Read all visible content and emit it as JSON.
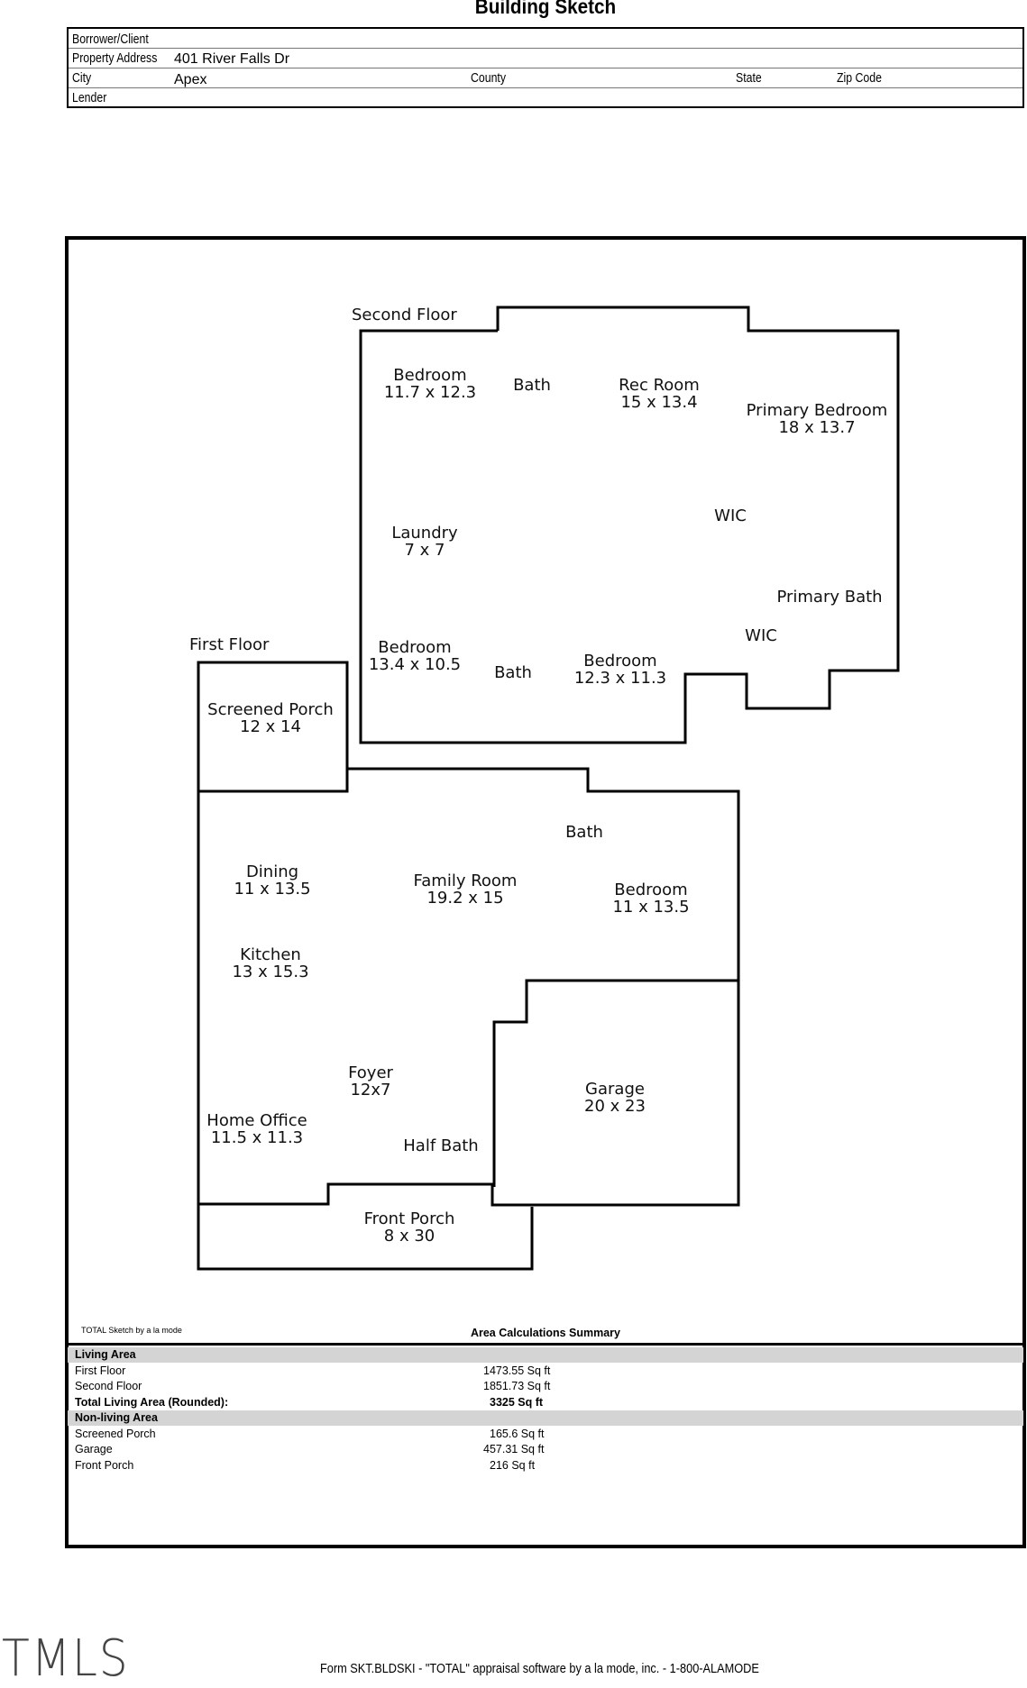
{
  "header": {
    "title": "Building Sketch",
    "fields": {
      "borrower_label": "Borrower/Client",
      "borrower_value": "",
      "address_label": "Property Address",
      "address_value": "401 River Falls Dr",
      "city_label": "City",
      "city_value": "Apex",
      "county_label": "County",
      "state_label": "State",
      "zip_label": "Zip Code",
      "lender_label": "Lender"
    }
  },
  "sketch": {
    "floor_labels": [
      "Second Floor",
      "First Floor"
    ],
    "rooms": [
      {
        "name": "Bedroom",
        "dims": "11.7 x 12.3"
      },
      {
        "name": "Bath",
        "dims": ""
      },
      {
        "name": "Rec Room",
        "dims": "15 x 13.4"
      },
      {
        "name": "Primary Bedroom",
        "dims": "18 x 13.7"
      },
      {
        "name": "WIC",
        "dims": ""
      },
      {
        "name": "Laundry",
        "dims": "7 x 7"
      },
      {
        "name": "Primary Bath",
        "dims": ""
      },
      {
        "name": "WIC",
        "dims": ""
      },
      {
        "name": "Bedroom",
        "dims": "13.4 x 10.5"
      },
      {
        "name": "Bath",
        "dims": ""
      },
      {
        "name": "Bedroom",
        "dims": "12.3 x 11.3"
      },
      {
        "name": "Screened Porch",
        "dims": "12 x 14"
      },
      {
        "name": "Bath",
        "dims": ""
      },
      {
        "name": "Dining",
        "dims": "11 x 13.5"
      },
      {
        "name": "Family Room",
        "dims": "19.2 x 15"
      },
      {
        "name": "Bedroom",
        "dims": "11 x 13.5"
      },
      {
        "name": "Kitchen",
        "dims": "13 x 15.3"
      },
      {
        "name": "Foyer",
        "dims": "12x7"
      },
      {
        "name": "Garage",
        "dims": "20 x 23"
      },
      {
        "name": "Home Office",
        "dims": "11.5 x 11.3"
      },
      {
        "name": "Half Bath",
        "dims": ""
      },
      {
        "name": "Front Porch",
        "dims": "8 x 30"
      }
    ]
  },
  "summary": {
    "credit": "TOTAL Sketch by a la mode",
    "title": "Area Calculations Summary",
    "rows": [
      {
        "label": "Living Area",
        "value": "",
        "type": "section"
      },
      {
        "label": "First Floor",
        "value": "1473.55 Sq ft",
        "type": "item"
      },
      {
        "label": "Second Floor",
        "value": "1851.73 Sq ft",
        "type": "item"
      },
      {
        "label": "Total Living Area (Rounded):",
        "value": "3325 Sq ft",
        "type": "total"
      },
      {
        "label": "Non-living Area",
        "value": "",
        "type": "section"
      },
      {
        "label": "Screened Porch",
        "value": "165.6 Sq ft",
        "type": "item"
      },
      {
        "label": "Garage",
        "value": "457.31 Sq ft",
        "type": "item"
      },
      {
        "label": "Front Porch",
        "value": "216 Sq ft",
        "type": "item"
      }
    ]
  },
  "footer": {
    "form_text": "Form SKT.BLDSKI - \"TOTAL\" appraisal software by a la mode, inc. - 1-800-ALAMODE",
    "logo_text": "TMLS"
  }
}
